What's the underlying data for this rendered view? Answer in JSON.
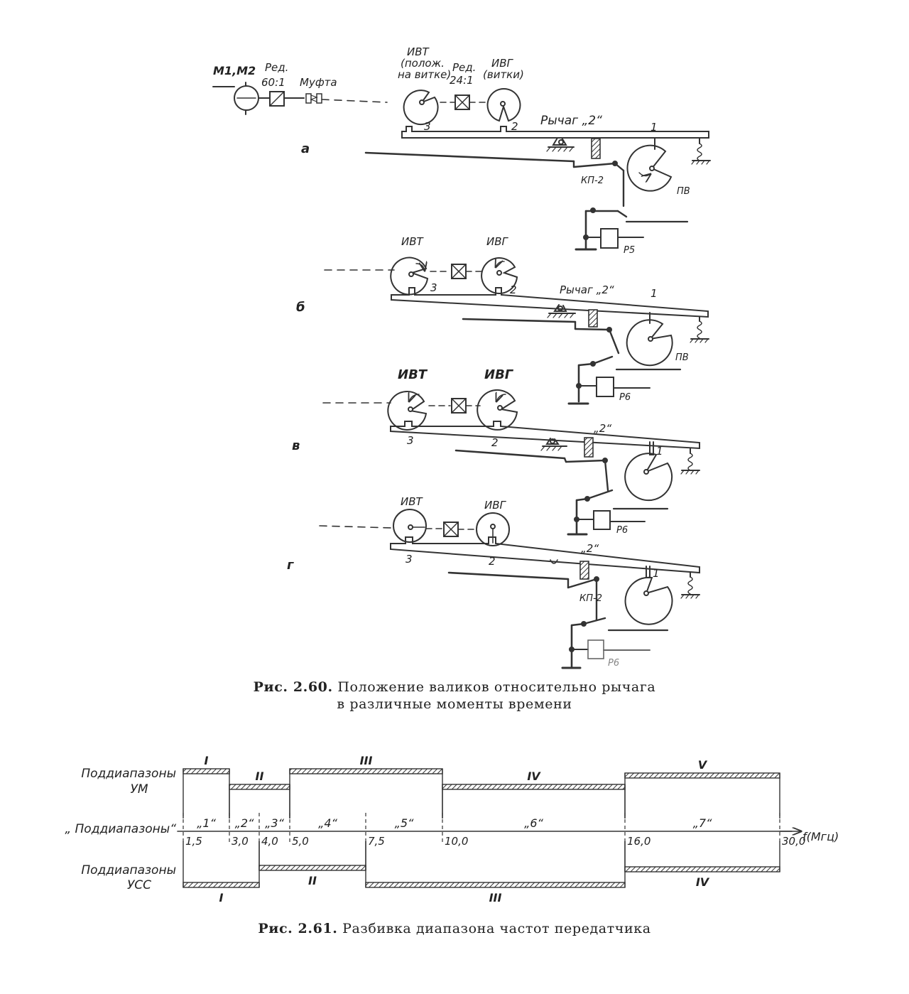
{
  "fig60": {
    "caption": {
      "number": "Рис. 2.60.",
      "line1": "Положение валиков относительно рычага",
      "line2": "в различные моменты времени"
    },
    "panels": [
      {
        "letter": "а",
        "motor_label": "M1,M2",
        "reducer1": "Ред.",
        "reducer1_ratio": "60:1",
        "coupling": "Муфта",
        "ivt": "ИВТ",
        "ivt_sub1": "(полож.",
        "ivt_sub2": "на витке)",
        "reducer2": "Ред.",
        "reducer2_ratio": "24:1",
        "ivg": "ИВГ",
        "ivg_sub": "(витки)",
        "lever": "Рычаг „2“",
        "n1": "1",
        "n2": "2",
        "n3": "3",
        "switch": "КП-2",
        "pv": "ПВ",
        "relay": "Р5"
      },
      {
        "letter": "б",
        "ivt": "ИВТ",
        "ivg": "ИВГ",
        "lever": "Рычаг „2“",
        "n1": "1",
        "n2": "2",
        "n3": "3",
        "pv": "ПВ",
        "relay": "Р6"
      },
      {
        "letter": "в",
        "ivt": "ИВТ",
        "ivg": "ИВГ",
        "lever": "„2“",
        "n1": "1",
        "n2": "2",
        "n3": "3",
        "relay": "Р6"
      },
      {
        "letter": "г",
        "ivt": "ИВТ",
        "ivg": "ИВГ",
        "lever": "„2“",
        "n1": "1",
        "n2": "2",
        "n3": "3",
        "switch": "КП-2",
        "relay": "Р6"
      }
    ]
  },
  "fig61": {
    "caption": {
      "number": "Рис. 2.61.",
      "text": "Разбивка диапазона частот передатчика"
    },
    "row_um_line1": "Поддиапазоны",
    "row_um_line2": "УМ",
    "row_mid": "„ Поддиапазоны“",
    "row_uss_line1": "Поддиапазоны",
    "row_uss_line2": "УСС",
    "axis_unit": "f(Мгц)",
    "ticks": [
      {
        "label": "1,5",
        "value": 1.5
      },
      {
        "label": "3,0",
        "value": 3.0
      },
      {
        "label": "4,0",
        "value": 4.0
      },
      {
        "label": "5,0",
        "value": 5.0
      },
      {
        "label": "7,5",
        "value": 7.5
      },
      {
        "label": "10,0",
        "value": 10.0
      },
      {
        "label": "16,0",
        "value": 16.0
      },
      {
        "label": "30,0",
        "value": 30.0
      }
    ],
    "quoted_subranges": [
      {
        "label": "„1“",
        "from": 1.5,
        "to": 3.0
      },
      {
        "label": "„2“",
        "from": 3.0,
        "to": 4.0
      },
      {
        "label": "„3“",
        "from": 4.0,
        "to": 5.0
      },
      {
        "label": "„4“",
        "from": 5.0,
        "to": 7.5
      },
      {
        "label": "„5“",
        "from": 7.5,
        "to": 10.0
      },
      {
        "label": "„6“",
        "from": 10.0,
        "to": 16.0
      },
      {
        "label": "„7“",
        "from": 16.0,
        "to": 30.0
      }
    ],
    "um_subranges": [
      {
        "label": "I",
        "from": 1.5,
        "to": 3.0
      },
      {
        "label": "II",
        "from": 3.0,
        "to": 5.0
      },
      {
        "label": "III",
        "from": 5.0,
        "to": 10.0
      },
      {
        "label": "IV",
        "from": 10.0,
        "to": 16.0
      },
      {
        "label": "V",
        "from": 16.0,
        "to": 30.0
      }
    ],
    "uss_subranges": [
      {
        "label": "I",
        "from": 1.5,
        "to": 4.0
      },
      {
        "label": "II",
        "from": 4.0,
        "to": 7.5
      },
      {
        "label": "III",
        "from": 7.5,
        "to": 16.0
      },
      {
        "label": "IV",
        "from": 16.0,
        "to": 30.0
      }
    ]
  }
}
